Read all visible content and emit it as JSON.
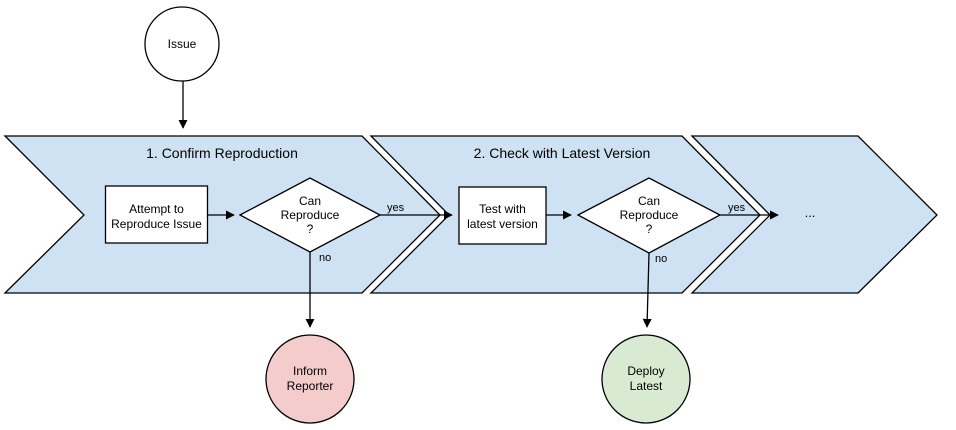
{
  "colors": {
    "background": "#ffffff",
    "phase_fill": "#cfe2f3",
    "node_fill": "#ffffff",
    "end_fail_fill": "#f4cccc",
    "end_success_fill": "#d9ead3",
    "stroke": "#000000"
  },
  "diagram": {
    "start": {
      "label": "Issue"
    },
    "phase1": {
      "title": "1. Confirm Reproduction",
      "task": {
        "line1": "Attempt to",
        "line2": "Reproduce Issue"
      },
      "decision": {
        "line1": "Can",
        "line2": "Reproduce",
        "line3": "?"
      },
      "yes_label": "yes",
      "no_label": "no",
      "end": {
        "line1": "Inform",
        "line2": "Reporter"
      }
    },
    "phase2": {
      "title": "2. Check with Latest Version",
      "task": {
        "line1": "Test with",
        "line2": "latest version"
      },
      "decision": {
        "line1": "Can",
        "line2": "Reproduce",
        "line3": "?"
      },
      "yes_label": "yes",
      "no_label": "no",
      "end": {
        "line1": "Deploy",
        "line2": "Latest"
      }
    },
    "continuation": {
      "label": "..."
    }
  }
}
